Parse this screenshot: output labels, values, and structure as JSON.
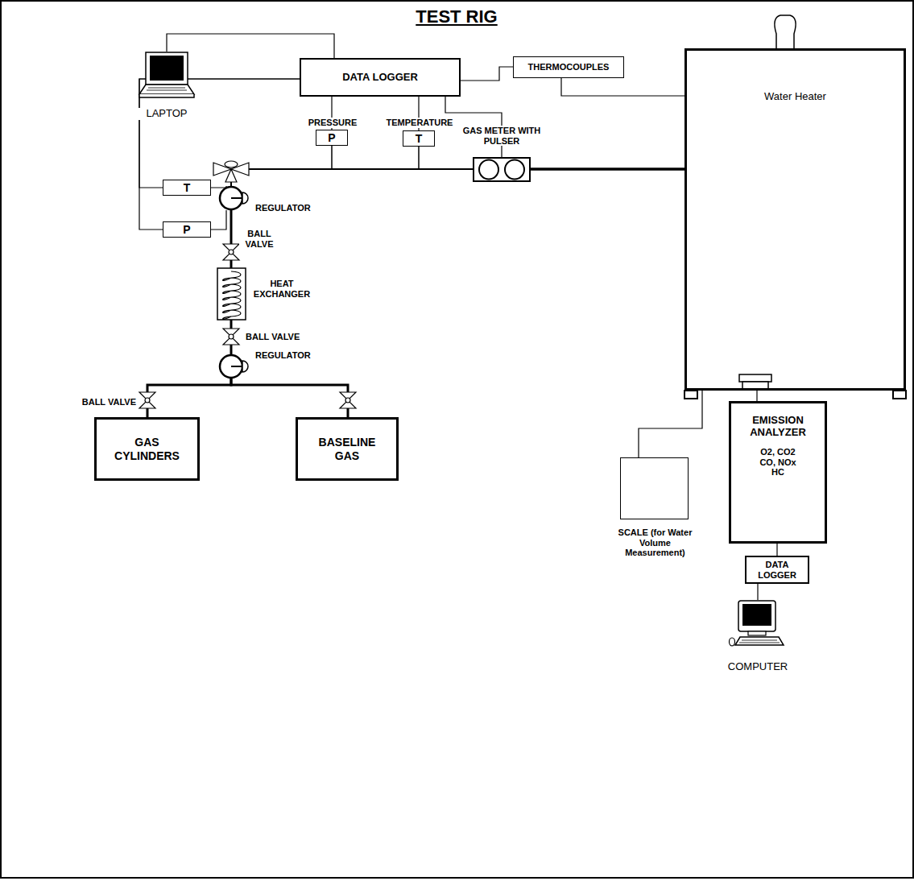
{
  "diagram": {
    "title": "TEST RIG",
    "nodes": [
      {
        "text": [
          "LAPTOP"
        ]
      },
      {
        "text": [
          "DATA LOGGER"
        ]
      },
      {
        "text": [
          "THERMOCOUPLES"
        ]
      },
      {
        "text": [
          "Water Heater"
        ]
      },
      {
        "text": [
          "PRESSURE",
          "P"
        ]
      },
      {
        "text": [
          "TEMPERATURE",
          "T"
        ]
      },
      {
        "text": [
          "GAS METER WITH PULSER"
        ]
      },
      {
        "text": [
          "T"
        ]
      },
      {
        "text": [
          "P"
        ]
      },
      {
        "text": [
          "REGULATOR"
        ]
      },
      {
        "text": [
          "BALL VALVE"
        ]
      },
      {
        "text": [
          "HEAT EXCHANGER"
        ]
      },
      {
        "text": [
          "BALL VALVE"
        ]
      },
      {
        "text": [
          "REGULATOR"
        ]
      },
      {
        "text": [
          "BALL VALVE"
        ]
      },
      {
        "text": [
          "GAS CYLINDERS"
        ]
      },
      {
        "text": [
          "BASELINE GAS"
        ]
      },
      {
        "text": [
          "SCALE (for Water Volume Measurement)"
        ]
      },
      {
        "text": [
          "EMISSION ANALYZER",
          "O2, CO2 CO, NOx HC"
        ]
      },
      {
        "text": [
          "DATA LOGGER"
        ]
      },
      {
        "text": [
          "COMPUTER"
        ]
      }
    ],
    "edges": [
      {
        "from": 0,
        "to": 1,
        "arrow": "none"
      },
      {
        "from": 1,
        "to": 2,
        "arrow": "none"
      },
      {
        "from": 2,
        "to": 3,
        "arrow": "none"
      },
      {
        "from": 1,
        "to": 4,
        "arrow": "none"
      },
      {
        "from": 1,
        "to": 5,
        "arrow": "none"
      },
      {
        "from": 1,
        "to": 6,
        "arrow": "none"
      },
      {
        "from": 1,
        "to": 7,
        "arrow": "none"
      },
      {
        "from": 1,
        "to": 8,
        "arrow": "none"
      },
      {
        "from": 7,
        "to": 9,
        "arrow": "none"
      },
      {
        "from": 8,
        "to": 9,
        "arrow": "none"
      },
      {
        "from": 9,
        "to": 6,
        "arrow": "none"
      },
      {
        "from": 6,
        "to": 3,
        "arrow": "none"
      },
      {
        "from": 9,
        "to": 10,
        "arrow": "none"
      },
      {
        "from": 10,
        "to": 11,
        "arrow": "none"
      },
      {
        "from": 11,
        "to": 12,
        "arrow": "none"
      },
      {
        "from": 12,
        "to": 13,
        "arrow": "none"
      },
      {
        "from": 13,
        "to": 14,
        "arrow": "none"
      },
      {
        "from": 14,
        "to": 15,
        "arrow": "none"
      },
      {
        "from": 13,
        "to": 16,
        "arrow": "none"
      },
      {
        "from": 3,
        "to": 17,
        "arrow": "none"
      },
      {
        "from": 3,
        "to": 18,
        "arrow": "none"
      },
      {
        "from": 18,
        "to": 19,
        "arrow": "none"
      },
      {
        "from": 19,
        "to": 20,
        "arrow": "none"
      }
    ]
  }
}
